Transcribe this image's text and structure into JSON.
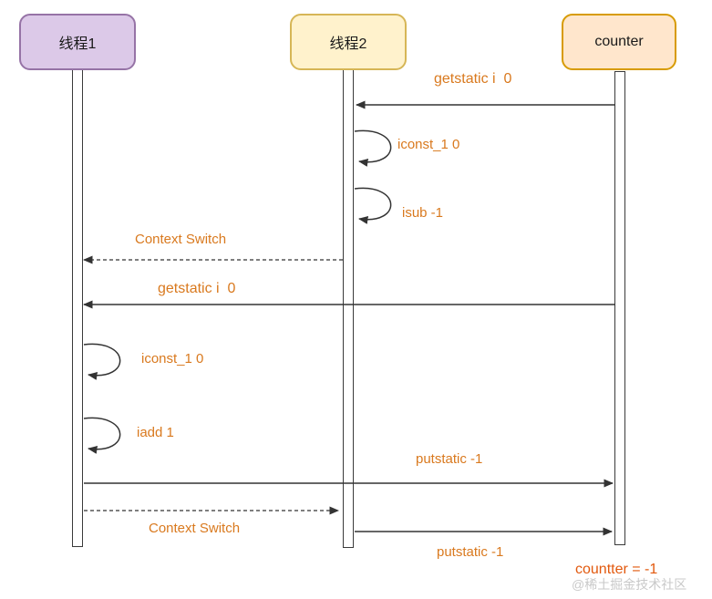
{
  "diagram": {
    "type": "sequence-diagram",
    "actors": [
      {
        "id": "thread1",
        "label": "线程1",
        "fill": "#DCC9E8",
        "border": "#9673A6"
      },
      {
        "id": "thread2",
        "label": "线程2",
        "fill": "#FFF2CC",
        "border": "#D6B656"
      },
      {
        "id": "counter",
        "label": "counter",
        "fill": "#FFE6CC",
        "border": "#D79B00"
      }
    ],
    "messages": [
      {
        "label": "getstatic i  0",
        "from": "counter",
        "to": "thread2",
        "style": "solid"
      },
      {
        "label": "iconst_1 0",
        "on": "thread2",
        "style": "self-loop"
      },
      {
        "label": "isub -1",
        "on": "thread2",
        "style": "self-loop"
      },
      {
        "label": "Context Switch",
        "from": "thread2",
        "to": "thread1",
        "style": "dashed"
      },
      {
        "label": "getstatic i  0",
        "from": "counter",
        "to": "thread1",
        "style": "solid"
      },
      {
        "label": "iconst_1 0",
        "on": "thread1",
        "style": "self-loop"
      },
      {
        "label": "iadd 1",
        "on": "thread1",
        "style": "self-loop"
      },
      {
        "label": "putstatic -1",
        "from": "thread1",
        "to": "counter",
        "style": "solid"
      },
      {
        "label": "Context Switch",
        "from": "thread1",
        "to": "thread2",
        "style": "dashed"
      },
      {
        "label": "putstatic -1",
        "from": "thread2",
        "to": "counter",
        "style": "solid"
      }
    ],
    "result_note": "countter = -1",
    "watermark": "@稀土掘金技术社区",
    "colors": {
      "message_label": "#D9791E",
      "result_note": "#E2590E",
      "watermark": "#C9C9C9",
      "line": "#333333"
    }
  }
}
